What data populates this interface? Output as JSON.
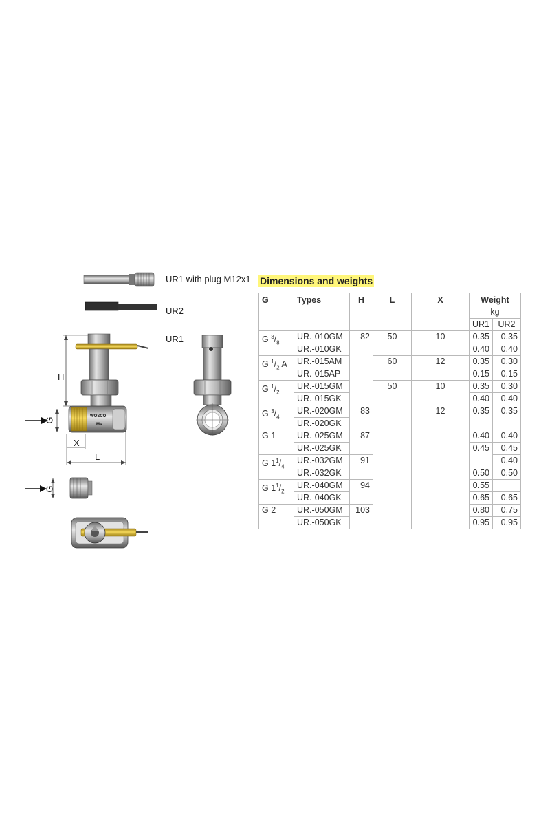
{
  "legend": {
    "ur1_plug": "UR1 with plug M12x1",
    "ur2": "UR2",
    "ur1": "UR1"
  },
  "drawing_labels": {
    "H": "H",
    "G": "G",
    "X": "X",
    "L": "L",
    "G2": "G",
    "brand": "WOSCO",
    "ms": "Ms"
  },
  "heading": "Dimensions and weights",
  "table": {
    "headers": {
      "g": "G",
      "types": "Types",
      "h": "H",
      "l": "L",
      "x": "X",
      "weight": "Weight",
      "unit": "kg",
      "ur1": "UR1",
      "ur2": "UR2"
    },
    "rows": [
      {
        "g": "G",
        "g_sup": "3",
        "g_sub": "8",
        "g_suffix": "",
        "type": "UR.-010GM",
        "h": "82",
        "l": "50",
        "x": "10",
        "w1": "0.35",
        "w2": "0.35"
      },
      {
        "type": "UR.-010GK",
        "w1": "0.40",
        "w2": "0.40"
      },
      {
        "g": "G",
        "g_sup": "1",
        "g_sub": "2",
        "g_suffix": " A",
        "type": "UR.-015AM",
        "l": "60",
        "x": "12",
        "w1": "0.35",
        "w2": "0.30"
      },
      {
        "type": "UR.-015AP",
        "w1": "0.15",
        "w2": "0.15"
      },
      {
        "g": "G",
        "g_sup": "1",
        "g_sub": "2",
        "g_suffix": "",
        "type": "UR.-015GM",
        "l": "50",
        "x": "10",
        "w1": "0.35",
        "w2": "0.30"
      },
      {
        "type": "UR.-015GK",
        "w1": "0.40",
        "w2": "0.40"
      },
      {
        "g": "G",
        "g_sup": "3",
        "g_sub": "4",
        "g_suffix": "",
        "type": "UR.-020GM",
        "h": "83",
        "x": "12",
        "w1": "0.35",
        "w2": "0.35"
      },
      {
        "type": "UR.-020GK",
        "w1": "",
        "w2": ""
      },
      {
        "g": "G 1",
        "type": "UR.-025GM",
        "h": "87",
        "w1": "0.40",
        "w2": "0.40"
      },
      {
        "type": "UR.-025GK",
        "w1": "0.45",
        "w2": "0.45"
      },
      {
        "g": "G 1",
        "g_sup": "1",
        "g_sub": "4",
        "g_suffix": "",
        "type": "UR.-032GM",
        "h": "91",
        "w1": "",
        "w2": "0.40"
      },
      {
        "type": "UR.-032GK",
        "w1": "0.50",
        "w2": "0.50"
      },
      {
        "g": "G 1",
        "g_sup": "1",
        "g_sub": "2",
        "g_suffix": "",
        "type": "UR.-040GM",
        "h": "94",
        "w1": "0.55",
        "w2": ""
      },
      {
        "type": "UR.-040GK",
        "w1": "0.65",
        "w2": "0.65"
      },
      {
        "g": "G 2",
        "type": "UR.-050GM",
        "h": "103",
        "w1": "0.80",
        "w2": "0.75"
      },
      {
        "type": "UR.-050GK",
        "w1": "0.95",
        "w2": "0.95"
      }
    ]
  },
  "colors": {
    "highlight": "#fff67a",
    "brass": "#e8c33a",
    "steel": "#9a9a9a",
    "border": "#b9b9b9"
  }
}
